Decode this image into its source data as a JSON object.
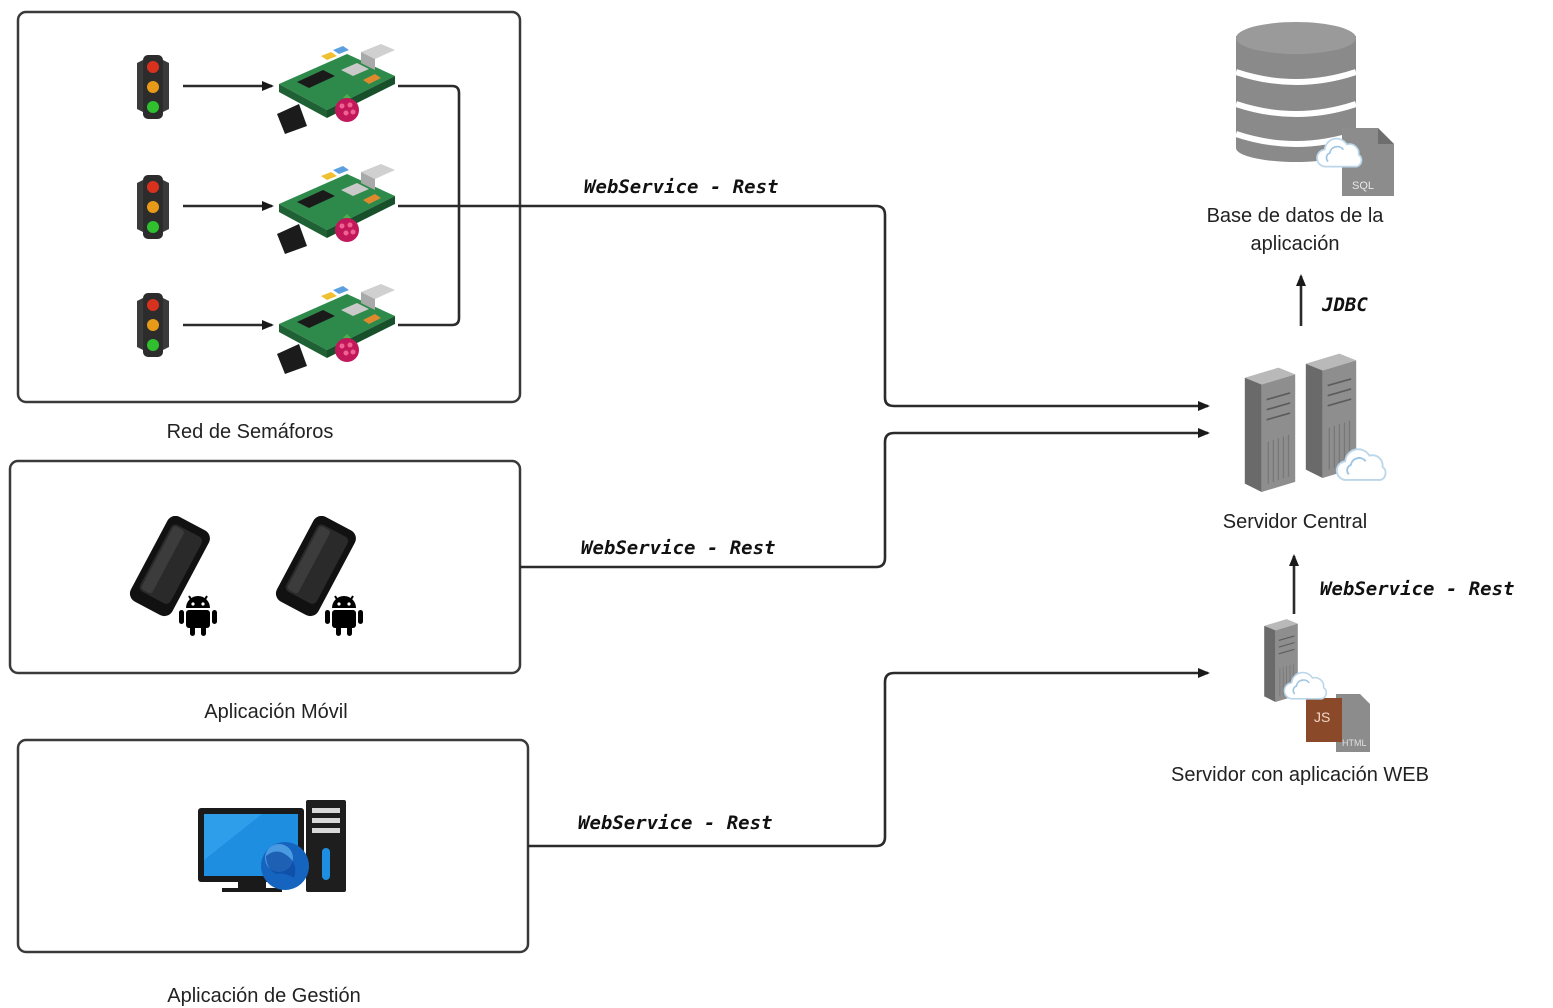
{
  "groups": {
    "traffic_network": {
      "label": "Red de Semáforos"
    },
    "mobile_app": {
      "label": "Aplicación Móvil"
    },
    "management_app": {
      "label": "Aplicación de Gestión"
    }
  },
  "connections": {
    "traffic_to_central": "WebService - Rest",
    "mobile_to_central": "WebService - Rest",
    "management_to_web": "WebService - Rest",
    "web_to_central": "WebService - Rest",
    "central_to_db": "JDBC"
  },
  "nodes": {
    "database": {
      "label_line1": "Base de datos de la",
      "label_line2": "aplicación",
      "badge": "SQL"
    },
    "central_server": {
      "label": "Servidor Central"
    },
    "web_server": {
      "label": "Servidor con aplicación WEB",
      "badge_js": "JS",
      "badge_html": "HTML"
    }
  },
  "icons": {
    "traffic_light": "traffic-light-icon",
    "raspberry_pi": "raspberry-pi-board-icon",
    "smartphone": "smartphone-icon",
    "android": "android-icon",
    "desktop": "desktop-computer-icon",
    "globe": "globe-icon",
    "server": "server-tower-icon",
    "cloud": "cloud-icon",
    "database": "database-icon"
  },
  "colors": {
    "line": "#2b2b2b",
    "led_red": "#d8321f",
    "led_amber": "#e79a17",
    "led_green": "#2fbf2f",
    "board_green": "#2e8a4a",
    "raspberry": "#c2185b",
    "monitor_blue": "#1e8fe0",
    "db_gray": "#8a8a8a"
  }
}
